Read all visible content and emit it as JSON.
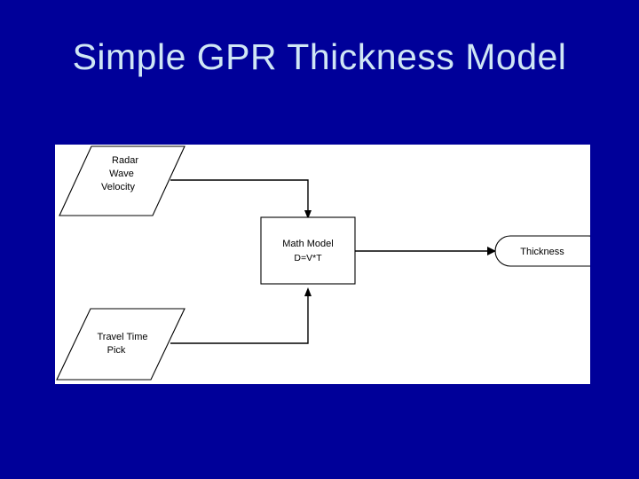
{
  "slide": {
    "title": "Simple GPR Thickness Model",
    "background_color": "#000099",
    "title_color": "#cfe6f5",
    "panel_color": "#ffffff",
    "line_color": "#000000"
  },
  "diagram": {
    "type": "flowchart",
    "nodes": [
      {
        "id": "radar-wave-velocity",
        "shape": "parallelogram",
        "role": "input",
        "lines": [
          "Radar",
          "Wave",
          "Velocity"
        ],
        "line1": "Radar",
        "line2": "Wave",
        "line3": "Velocity"
      },
      {
        "id": "math-model",
        "shape": "rectangle",
        "role": "process",
        "lines": [
          "Math Model",
          "D=V*T"
        ],
        "line1": "Math Model",
        "line2": "D=V*T"
      },
      {
        "id": "travel-time-pick",
        "shape": "parallelogram",
        "role": "input",
        "lines": [
          "Travel Time",
          "Pick"
        ],
        "line1": "Travel Time",
        "line2": "Pick"
      },
      {
        "id": "thickness",
        "shape": "rounded-rectangle",
        "role": "output",
        "lines": [
          "Thickness"
        ],
        "line1": "Thickness"
      }
    ],
    "edges": [
      {
        "id": "edge-velocity-to-model",
        "from": "radar-wave-velocity",
        "to": "math-model",
        "style": "elbow-down"
      },
      {
        "id": "edge-traveltime-to-model",
        "from": "travel-time-pick",
        "to": "math-model",
        "style": "elbow-up"
      },
      {
        "id": "edge-model-to-thickness",
        "from": "math-model",
        "to": "thickness",
        "style": "straight-right"
      }
    ]
  }
}
